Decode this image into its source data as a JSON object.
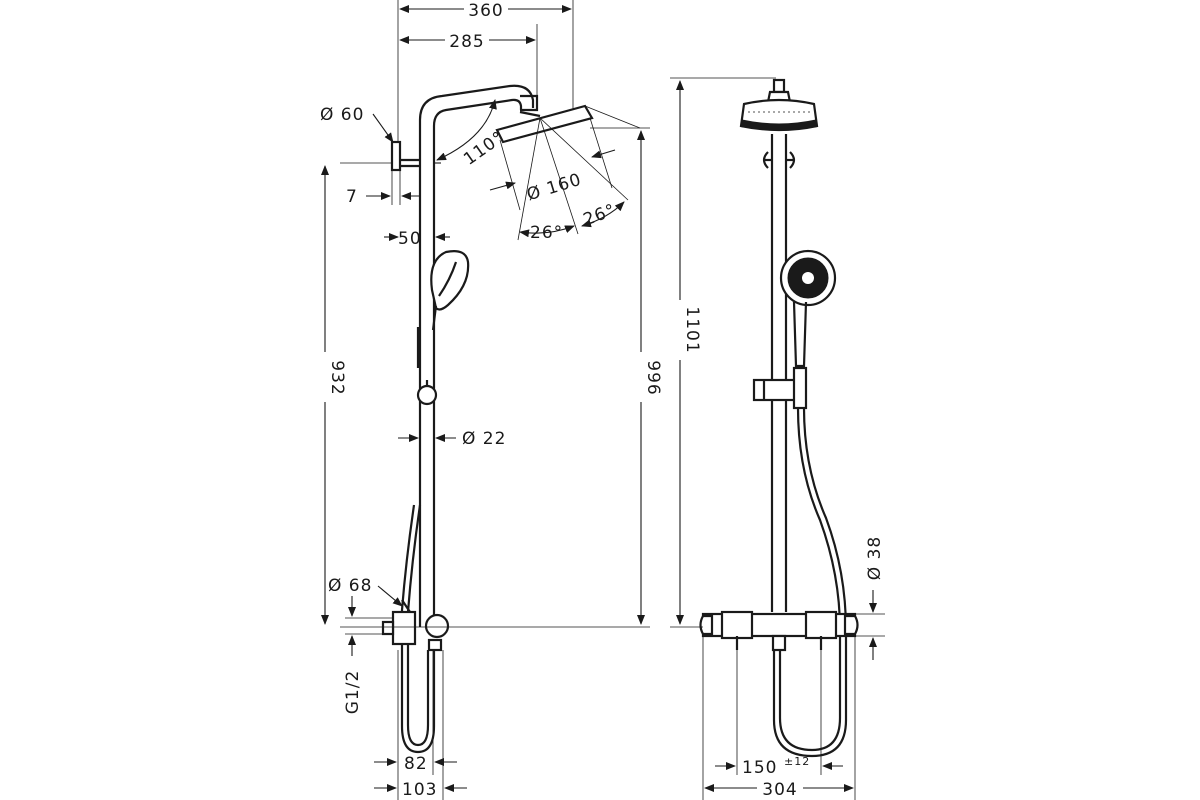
{
  "dimensions": {
    "width_total": "360",
    "width_arm": "285",
    "wall_bracket_dia": "Ø 60",
    "wall_offset": "7",
    "bracket_depth": "50",
    "arm_angle": "110°",
    "head_dia": "Ø 160",
    "tilt_left": "26°",
    "tilt_right": "26°",
    "height_rail": "932",
    "height_head": "996",
    "height_total": "1101",
    "pipe_dia": "Ø 22",
    "mixer_dia": "Ø 68",
    "thread": "G1/2",
    "depth_82": "82",
    "depth_103": "103",
    "body_dia": "Ø 38",
    "center_distance": "150",
    "center_tolerance": "±12",
    "overall_width": "304"
  },
  "colors": {
    "line": "#1a1a1a",
    "background": "#ffffff"
  }
}
